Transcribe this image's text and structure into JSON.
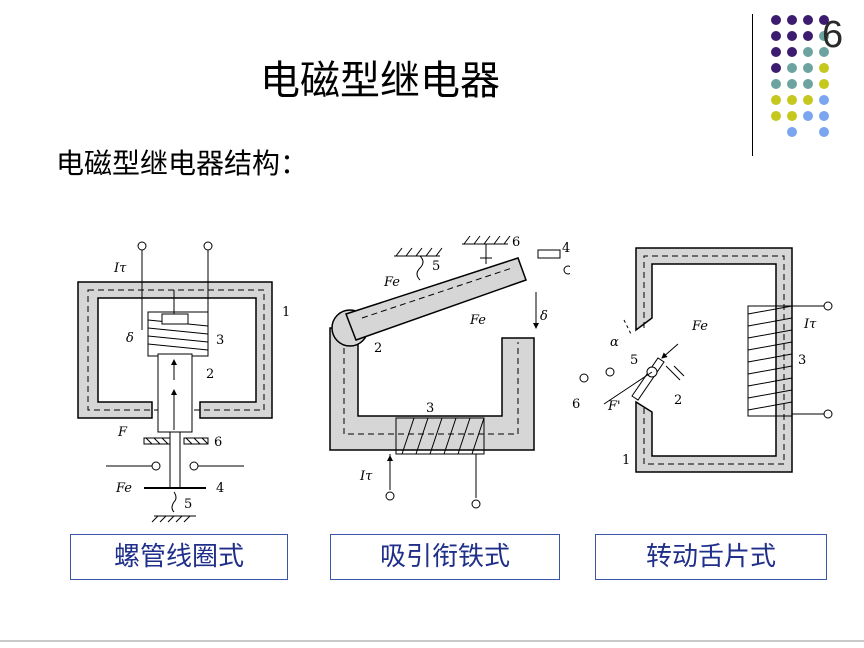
{
  "slide": {
    "number": "6",
    "title": "电磁型继电器",
    "subtitle": "电磁型继电器结构："
  },
  "diagrams": [
    {
      "caption": "螺管线圈式",
      "labels": {
        "current": "Iτ",
        "part1": "1",
        "part2": "2",
        "part3": "3",
        "part4": "4",
        "part5": "5",
        "part6": "6",
        "force_f": "F",
        "force_fe": "Fe",
        "gap": "δ"
      }
    },
    {
      "caption": "吸引衔铁式",
      "labels": {
        "current": "Iτ",
        "part2": "2",
        "part3": "3",
        "part4": "4",
        "part5": "5",
        "part6": "6",
        "force_fe_top": "Fe",
        "force_fe_gap": "Fe",
        "gap": "δ"
      }
    },
    {
      "caption": "转动舌片式",
      "labels": {
        "current": "Iτ",
        "part1": "1",
        "part2": "2",
        "part3": "3",
        "part5": "5",
        "part6": "6",
        "force_f": "F'",
        "force_fe": "Fe",
        "angle": "α"
      }
    }
  ],
  "colors": {
    "caption_border": "#3b56a8",
    "caption_text": "#1f2f8a",
    "dot_purple": "#3d1b6e",
    "dot_teal": "#6aa3a0",
    "dot_olive": "#c6c81e",
    "dot_blue": "#7aa6f0",
    "core_fill": "#d6d6d6"
  }
}
